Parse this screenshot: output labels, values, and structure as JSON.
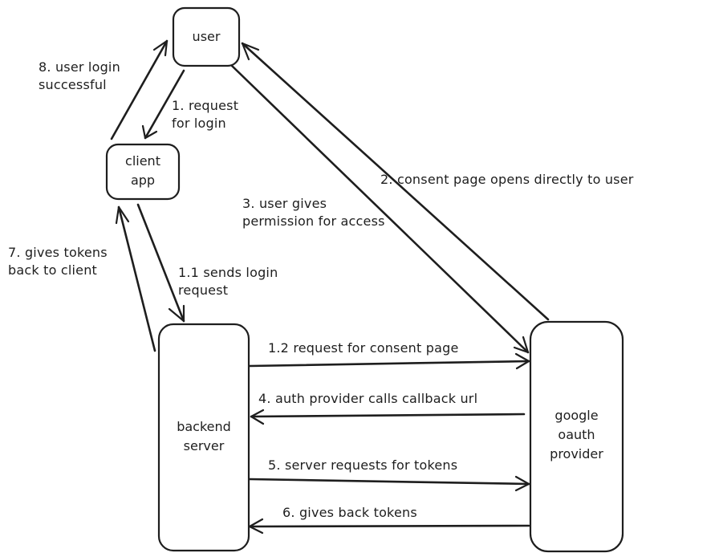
{
  "diagram": {
    "type": "flow",
    "style": "hand-drawn",
    "stroke_color": "#1e1e1e",
    "background_color": "#ffffff",
    "nodes": [
      {
        "id": "user",
        "label": "user"
      },
      {
        "id": "client",
        "label": "client\napp"
      },
      {
        "id": "backend",
        "label": "backend\nserver"
      },
      {
        "id": "google",
        "label": "google\noauth\nprovider"
      }
    ],
    "edges": [
      {
        "id": "e1",
        "from": "user",
        "to": "client",
        "label": "1. request\nfor login"
      },
      {
        "id": "e1_1",
        "from": "client",
        "to": "backend",
        "label": "1.1 sends login\nrequest"
      },
      {
        "id": "e1_2",
        "from": "backend",
        "to": "google",
        "label": "1.2 request for consent page"
      },
      {
        "id": "e2",
        "from": "google",
        "to": "user",
        "label": "2. consent page opens directly to user"
      },
      {
        "id": "e3",
        "from": "user",
        "to": "google",
        "label": "3. user gives\npermission for access"
      },
      {
        "id": "e4",
        "from": "google",
        "to": "backend",
        "label": "4. auth provider calls callback url"
      },
      {
        "id": "e5",
        "from": "backend",
        "to": "google",
        "label": "5. server requests for tokens"
      },
      {
        "id": "e6",
        "from": "google",
        "to": "backend",
        "label": "6. gives back tokens"
      },
      {
        "id": "e7",
        "from": "backend",
        "to": "client",
        "label": "7. gives tokens\nback to client"
      },
      {
        "id": "e8",
        "from": "client",
        "to": "user",
        "label": "8. user login\nsuccessful"
      }
    ]
  }
}
